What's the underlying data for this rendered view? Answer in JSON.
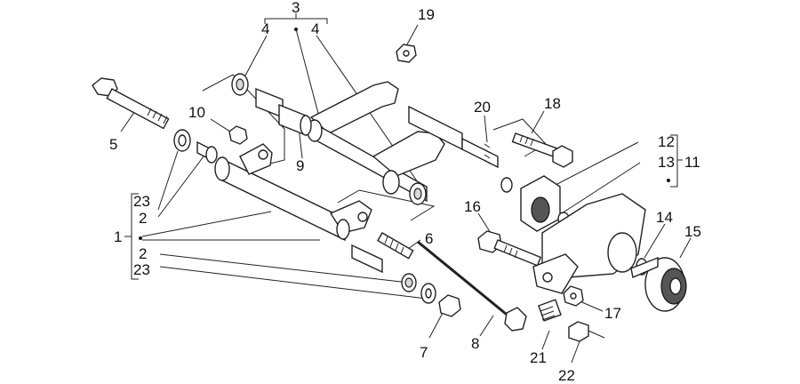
{
  "callouts": {
    "c1": "1",
    "c2a": "2",
    "c2b": "2",
    "c3": "3",
    "c4a": "4",
    "c4b": "4",
    "c5": "5",
    "c6": "6",
    "c7": "7",
    "c8": "8",
    "c9": "9",
    "c10": "10",
    "c11": "11",
    "c12": "12",
    "c13": "13",
    "c14": "14",
    "c15": "15",
    "c16": "16",
    "c17": "17",
    "c18": "18",
    "c19": "19",
    "c20": "20",
    "c21": "21",
    "c22": "22",
    "c23a": "23",
    "c23b": "23"
  }
}
